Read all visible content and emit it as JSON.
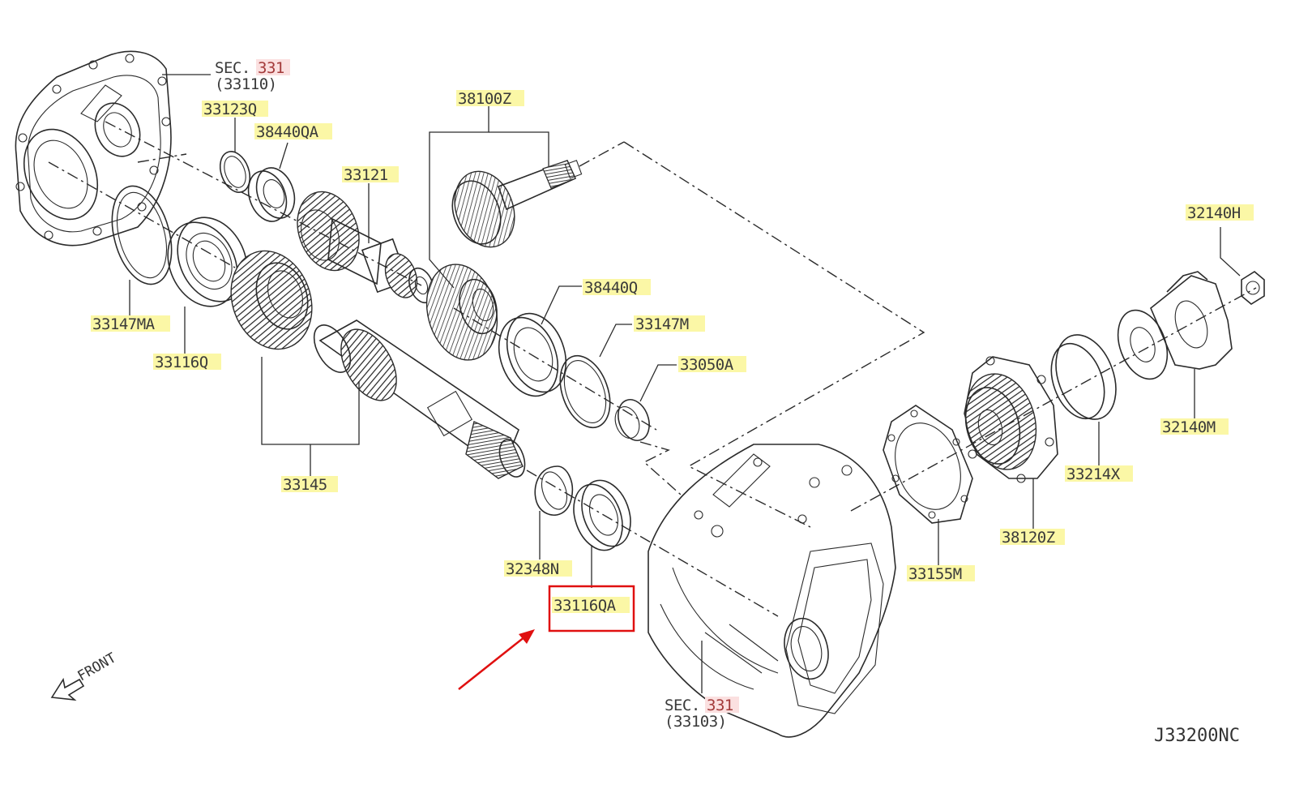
{
  "diagram": {
    "labels": {
      "sec_top_prefix": "SEC.",
      "sec_top_num": "331",
      "sec_top_ref": "(33110)",
      "p33123Q": "33123Q",
      "p38440QA": "38440QA",
      "p33121": "33121",
      "p38100Z": "38100Z",
      "p33147MA": "33147MA",
      "p33116Q": "33116Q",
      "p38440Q": "38440Q",
      "p33147M": "33147M",
      "p33050A": "33050A",
      "p33145": "33145",
      "p32348N": "32348N",
      "p33116QA": "33116QA",
      "sec_bot_prefix": "SEC.",
      "sec_bot_num": "331",
      "sec_bot_ref": "(33103)",
      "p33155M": "33155M",
      "p38120Z": "38120Z",
      "p33214X": "33214X",
      "p32140M": "32140M",
      "p32140H": "32140H",
      "front": "FRONT",
      "diagram_code": "J33200NC"
    },
    "highlight": {
      "target": "33116QA",
      "box_color": "#e01010",
      "arrow_color": "#e01010"
    },
    "label_highlight_color": "#fbf7a6",
    "section_highlight_color": "#fbe0e0"
  }
}
